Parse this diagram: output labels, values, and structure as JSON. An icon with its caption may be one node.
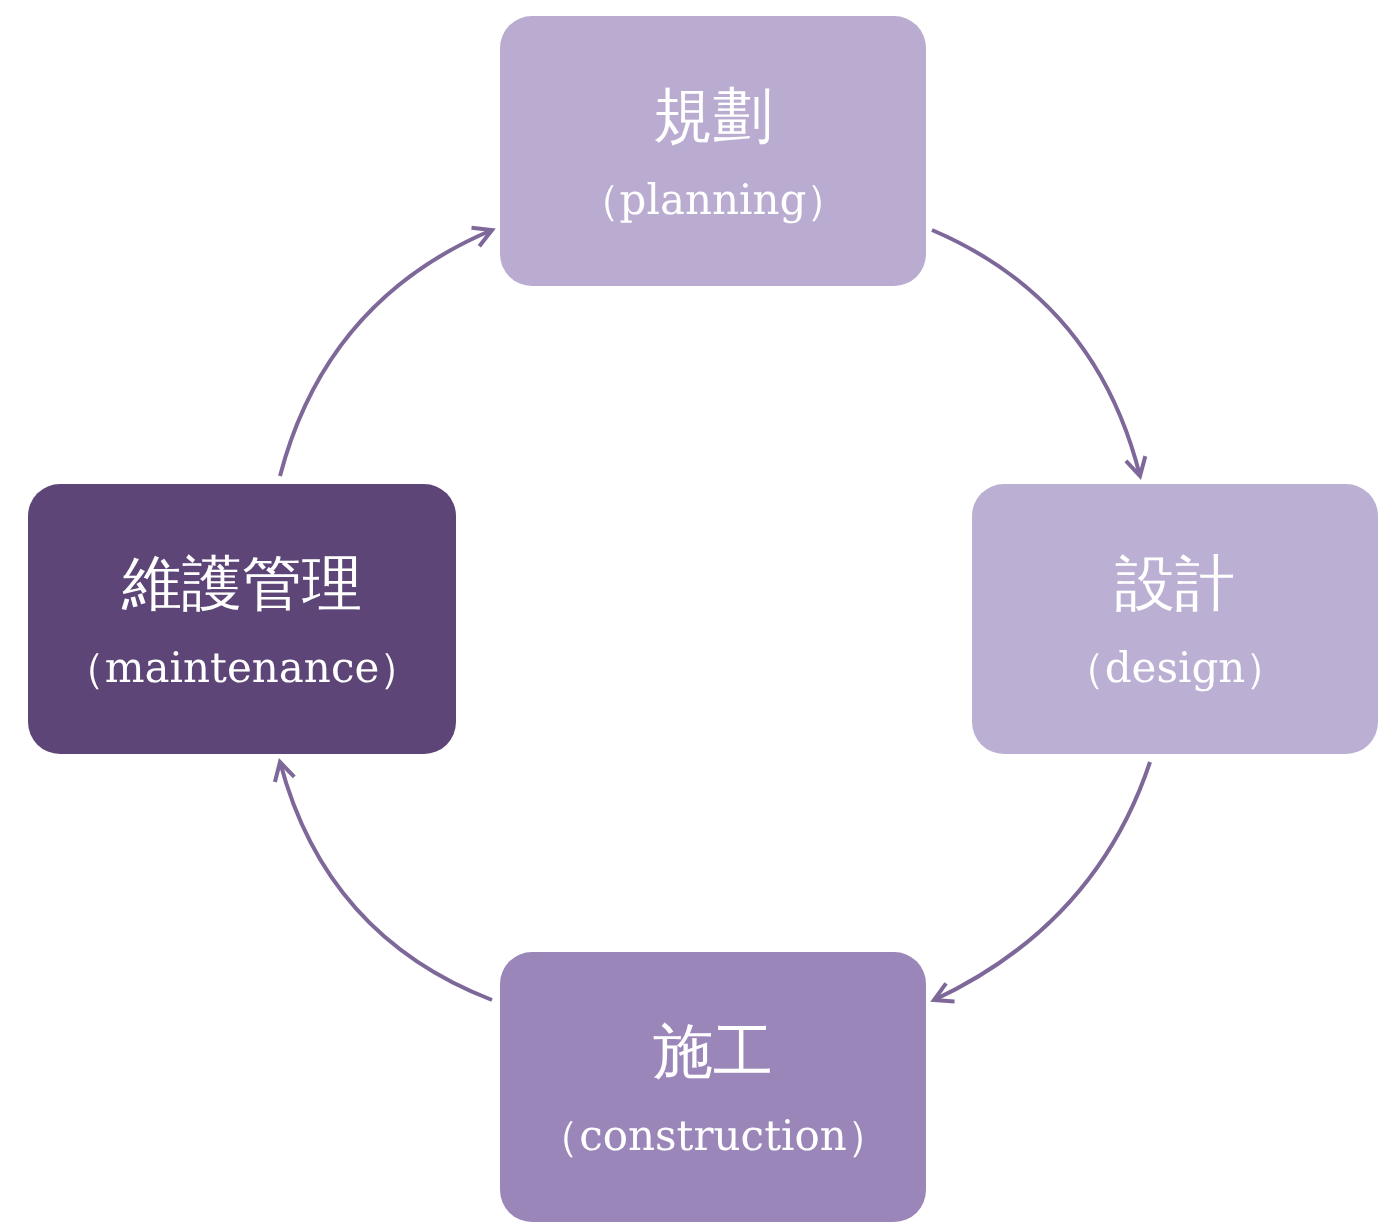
{
  "diagram": {
    "nodes": [
      {
        "text": [
          "規劃",
          "（planning）"
        ]
      },
      {
        "text": [
          "設計",
          "（design）"
        ]
      },
      {
        "text": [
          "施工",
          "（construction）"
        ]
      },
      {
        "text": [
          "維護管理",
          "（maintenance）"
        ]
      }
    ],
    "edges": [
      {
        "from": 0,
        "to": 1,
        "arrow": "to"
      },
      {
        "from": 1,
        "to": 2,
        "arrow": "to"
      },
      {
        "from": 2,
        "to": 3,
        "arrow": "to"
      },
      {
        "from": 3,
        "to": 0,
        "arrow": "to"
      }
    ]
  }
}
